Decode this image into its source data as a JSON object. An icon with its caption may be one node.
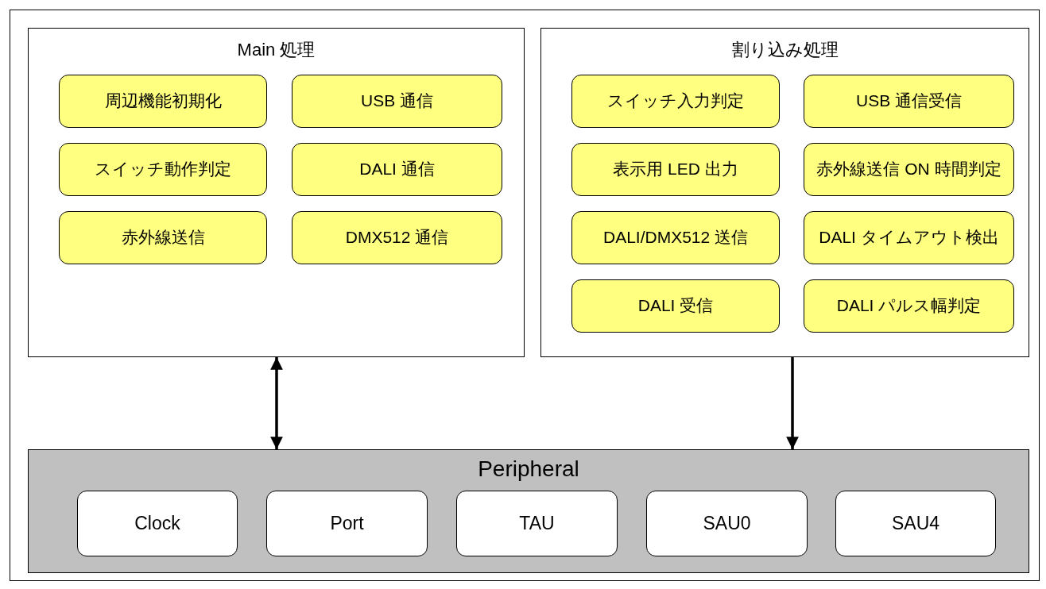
{
  "diagram": {
    "nodes": [
      {
        "text": [
          "Main 処理"
        ]
      },
      {
        "text": [
          "周辺機能初期化"
        ],
        "in": 0
      },
      {
        "text": [
          "USB 通信"
        ],
        "in": 0
      },
      {
        "text": [
          "スイッチ動作判定"
        ],
        "in": 0
      },
      {
        "text": [
          "DALI 通信"
        ],
        "in": 0
      },
      {
        "text": [
          "赤外線送信"
        ],
        "in": 0
      },
      {
        "text": [
          "DMX512 通信"
        ],
        "in": 0
      },
      {
        "text": [
          "割り込み処理"
        ]
      },
      {
        "text": [
          "スイッチ入力判定"
        ],
        "in": 7
      },
      {
        "text": [
          "USB 通信受信"
        ],
        "in": 7
      },
      {
        "text": [
          "表示用 LED 出力"
        ],
        "in": 7
      },
      {
        "text": [
          "赤外線送信 ON 時間判定"
        ],
        "in": 7
      },
      {
        "text": [
          "DALI/DMX512 送信"
        ],
        "in": 7
      },
      {
        "text": [
          "DALI タイムアウト検出"
        ],
        "in": 7
      },
      {
        "text": [
          "DALI 受信"
        ],
        "in": 7
      },
      {
        "text": [
          "DALI パルス幅判定"
        ],
        "in": 7
      },
      {
        "text": [
          "Peripheral"
        ]
      },
      {
        "text": [
          "Clock"
        ],
        "in": 16
      },
      {
        "text": [
          "Port"
        ],
        "in": 16
      },
      {
        "text": [
          "TAU"
        ],
        "in": 16
      },
      {
        "text": [
          "SAU0"
        ],
        "in": 16
      },
      {
        "text": [
          "SAU4"
        ],
        "in": 16
      }
    ],
    "edges": [
      {
        "from": 0,
        "to": 16,
        "arrow": "both"
      },
      {
        "from": 7,
        "to": 16,
        "arrow": "to"
      }
    ]
  }
}
